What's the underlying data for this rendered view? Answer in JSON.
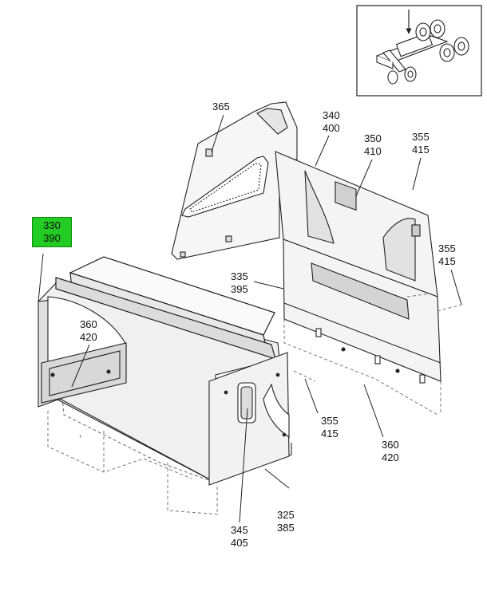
{
  "colors": {
    "line": "#222222",
    "dashed": "#777777",
    "panel_fill": "#f3f3f3",
    "dark_fill": "#cfcfcf",
    "highlight": "#22cc22"
  },
  "callouts": {
    "c365": {
      "a": "365",
      "b": ""
    },
    "c340": {
      "a": "340",
      "b": "400"
    },
    "c350": {
      "a": "350",
      "b": "410"
    },
    "c355_top": {
      "a": "355",
      "b": "415"
    },
    "c355_right": {
      "a": "355",
      "b": "415"
    },
    "c330": {
      "a": "330",
      "b": "390"
    },
    "c335": {
      "a": "335",
      "b": "395"
    },
    "c360_left": {
      "a": "360",
      "b": "420"
    },
    "c355_mid": {
      "a": "355",
      "b": "415"
    },
    "c360_right": {
      "a": "360",
      "b": "420"
    },
    "c325": {
      "a": "325",
      "b": "385"
    },
    "c345": {
      "a": "345",
      "b": "405"
    }
  },
  "icons": [
    "truck-chassis-locator-icon",
    "locator-arrow-icon"
  ]
}
